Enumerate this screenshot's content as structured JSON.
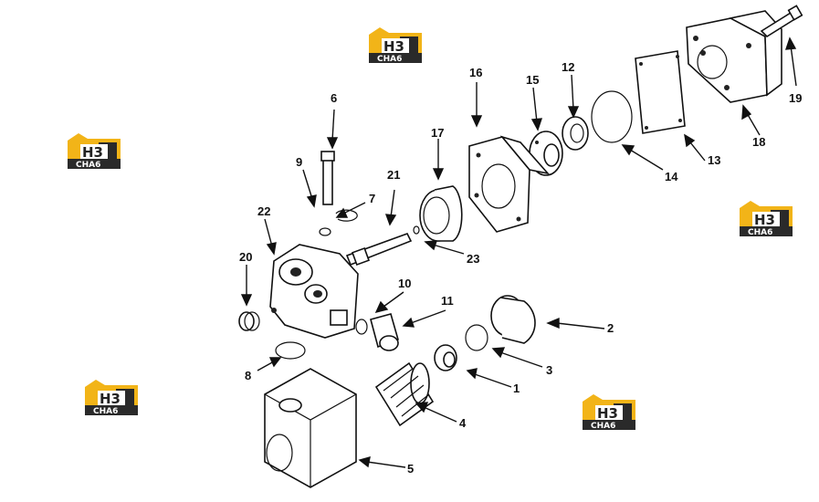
{
  "watermark": {
    "brand_top": "H3",
    "brand_bottom": "CHA6",
    "colors": {
      "yellow": "#f2b418",
      "dark": "#2a2a2a",
      "text_light": "#ffffff"
    }
  },
  "callouts": {
    "c1": "1",
    "c2": "2",
    "c3": "3",
    "c4": "4",
    "c5": "5",
    "c6": "6",
    "c7": "7",
    "c8": "8",
    "c9": "9",
    "c10": "10",
    "c11": "11",
    "c12": "12",
    "c13": "13",
    "c14": "14",
    "c15": "15",
    "c16": "16",
    "c17": "17",
    "c18": "18",
    "c19": "19",
    "c20": "20",
    "c21": "21",
    "c22": "22",
    "c23": "23"
  }
}
